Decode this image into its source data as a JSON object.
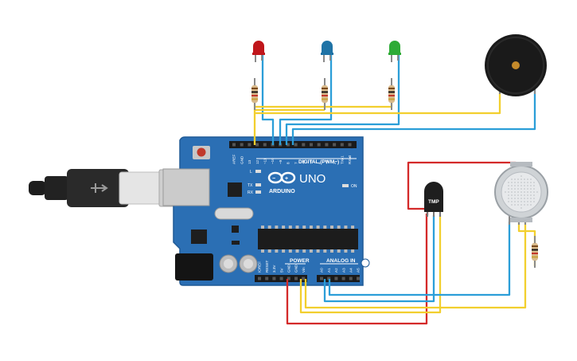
{
  "board": {
    "brand": "ARDUINO",
    "model": "UNO",
    "digital_label": "DIGITAL (PWM~)",
    "power_label": "POWER",
    "analog_label": "ANALOG IN",
    "on_label": "ON",
    "led_l": "L",
    "led_tx": "TX",
    "led_rx": "RX",
    "digital_pins": [
      "AREF",
      "GND",
      "13",
      "12",
      "~11",
      "~10",
      "~9",
      "8",
      "7",
      "~6",
      "~5",
      "4",
      "~3",
      "2",
      "TX▸1",
      "RX◂0"
    ],
    "power_pins": [
      "IOREF",
      "RESET",
      "3.3V",
      "5V",
      "GND",
      "GND",
      "Vin"
    ],
    "analog_pins": [
      "A0",
      "A1",
      "A2",
      "A3",
      "A4",
      "A5"
    ]
  },
  "components": {
    "temp_sensor_label": "TMP"
  },
  "colors": {
    "board": "#2b6fb4",
    "wire_yellow": "#f2cf2e",
    "wire_blue": "#2b9ed8",
    "wire_red": "#d42a2a",
    "led_red": "#c0161b",
    "led_blue": "#1f73a6",
    "led_green": "#2eab36"
  }
}
